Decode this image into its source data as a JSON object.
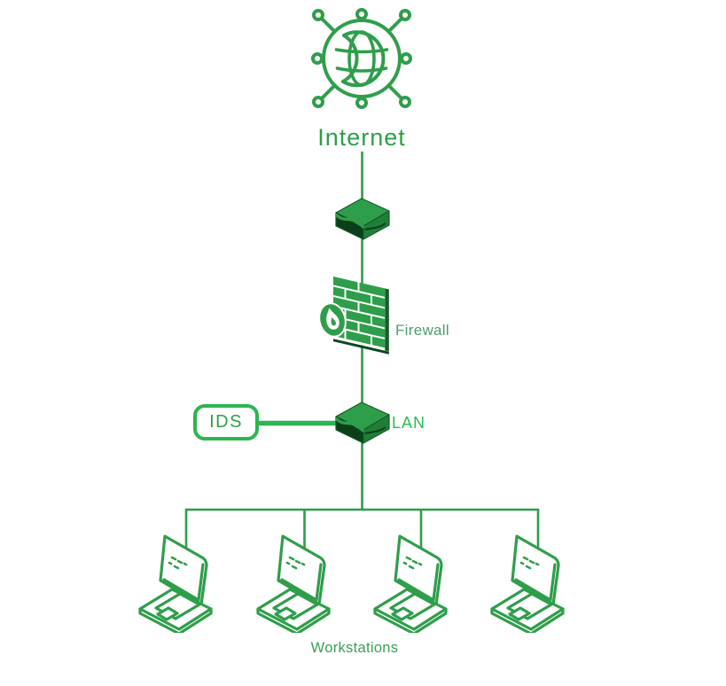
{
  "title": "Network topology diagram",
  "nodes": {
    "internet": {
      "label": "Internet",
      "icon": "internet-globe-icon"
    },
    "router": {
      "icon": "router-switch-icon"
    },
    "firewall": {
      "label": "Firewall",
      "icon": "firewall-brick-wall-icon",
      "badge_icon": "flame-icon"
    },
    "ids": {
      "label": "IDS",
      "shape": "rounded-rect"
    },
    "lan": {
      "label": "LAN",
      "icon": "router-switch-icon"
    },
    "workstations": {
      "label": "Workstations",
      "count": 4,
      "icon": "laptop-icon"
    }
  },
  "edges": [
    "internet - router",
    "router - firewall",
    "firewall - lan",
    "ids - lan",
    "lan - workstation-1",
    "lan - workstation-2",
    "lan - workstation-3",
    "lan - workstation-4"
  ],
  "colors": {
    "primary_green": "#2F9E4B",
    "wire_green": "#2E9D4A",
    "bright_green": "#2CB551",
    "lan_text_green": "#27BE53",
    "firewall_text_green": "#4F9C6E",
    "workstations_text_green": "#3B9E56",
    "icon_dark_green": "#0B3F1A",
    "icon_mid_green": "#1F7F38",
    "icon_side_green": "#165D2B",
    "background": "#FFFFFF"
  }
}
